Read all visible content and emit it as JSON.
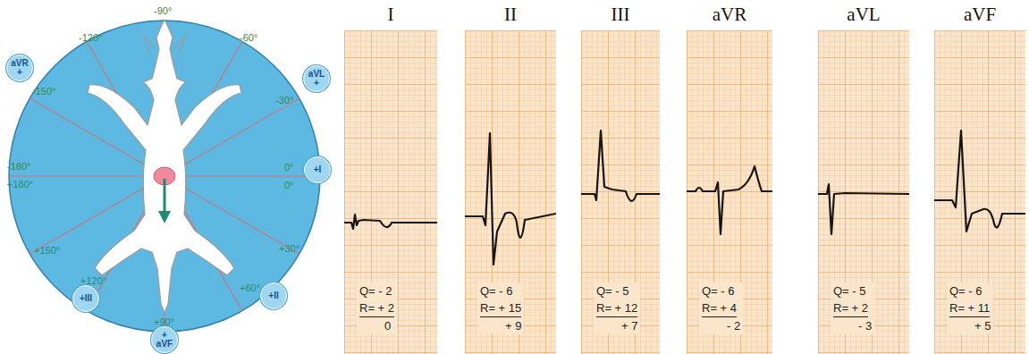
{
  "diagram": {
    "nodes": [
      {
        "text": [
          "aVR",
          "+"
        ]
      },
      {
        "text": [
          "aVL",
          "+"
        ]
      },
      {
        "text": [
          "+I"
        ]
      },
      {
        "text": [
          "+III"
        ]
      },
      {
        "text": [
          "+II"
        ]
      },
      {
        "text": [
          "+",
          "aVF"
        ]
      },
      {
        "text": [
          "I",
          "Q= - 2",
          "R= + 2",
          "0"
        ]
      },
      {
        "text": [
          "II",
          "Q= - 6",
          "R= + 15",
          "+ 9"
        ]
      },
      {
        "text": [
          "III",
          "Q= - 5",
          "R= + 12",
          "+ 7"
        ]
      },
      {
        "text": [
          "aVR",
          "Q= - 6",
          "R= + 4",
          "- 2"
        ]
      },
      {
        "text": [
          "aVL",
          "Q= - 5",
          "R= + 2",
          "- 3"
        ]
      },
      {
        "text": [
          "aVF",
          "Q= - 6",
          "R= + 11",
          "+ 5"
        ]
      }
    ],
    "labels": [
      "-90°",
      "-120°",
      "-60°",
      "-150°",
      "-30°",
      "-180°",
      "+180°",
      "0°",
      "0°",
      "+30°",
      "+150°",
      "+120°",
      "+60°",
      "+90°"
    ]
  }
}
